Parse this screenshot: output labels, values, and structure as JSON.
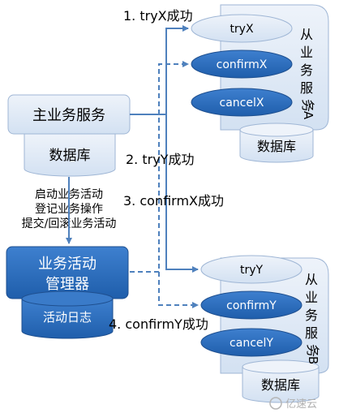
{
  "steps": {
    "s1": "1. tryX成功",
    "s2": "2. tryY成功",
    "s3": "3. confirmX成功",
    "s4": "4. confirmY成功"
  },
  "main_service": {
    "title": "主业务服务",
    "db": "数据库",
    "actions": [
      "启动业务活动",
      "登记业务操作",
      "提交/回滚业务活动"
    ]
  },
  "manager": {
    "title_line1": "业务活动",
    "title_line2": "管理器",
    "log": "活动日志"
  },
  "service_a": {
    "label": [
      "从",
      "业",
      "务",
      "服",
      "务",
      "A"
    ],
    "ops": [
      "tryX",
      "confirmX",
      "cancelX"
    ],
    "db": "数据库"
  },
  "service_b": {
    "label": [
      "从",
      "业",
      "务",
      "服",
      "务",
      "B"
    ],
    "ops": [
      "tryY",
      "confirmY",
      "cancelY"
    ],
    "db": "数据库"
  },
  "watermark": "亿速云",
  "colors": {
    "light_blue": "#dfe9f6",
    "dark_blue": "#2566b9",
    "arrow": "#4f81bd"
  }
}
